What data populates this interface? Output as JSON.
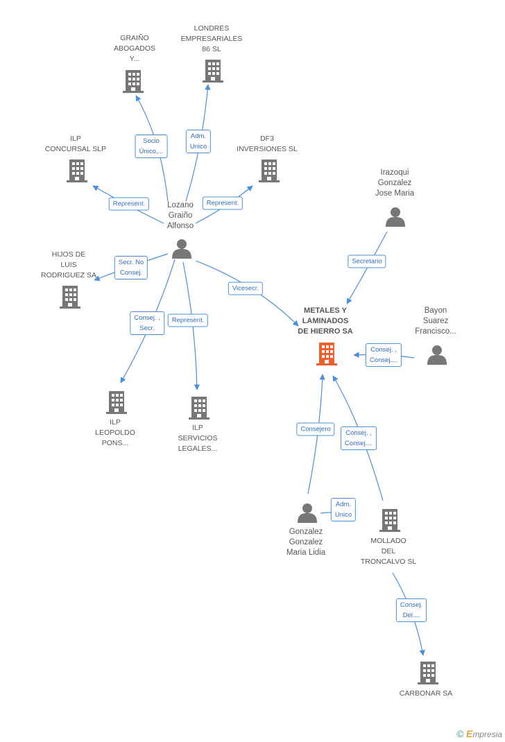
{
  "nodes": {
    "metales": {
      "lines": [
        "METALES Y",
        "LAMINADOS",
        "DE HIERRO SA"
      ],
      "color": "#f0602c",
      "kind": "company"
    },
    "lozano": {
      "lines": [
        "Lozano",
        "Graiño",
        "Alfonso"
      ],
      "color": "#777777",
      "kind": "person"
    },
    "graino": {
      "lines": [
        "GRAIÑO",
        "ABOGADOS",
        "Y..."
      ],
      "color": "#777777",
      "kind": "company"
    },
    "londres": {
      "lines": [
        "LONDRES",
        "EMPRESARIALES",
        "86 SL"
      ],
      "color": "#777777",
      "kind": "company"
    },
    "ilp_concursal": {
      "lines": [
        "ILP",
        "CONCURSAL SLP"
      ],
      "color": "#777777",
      "kind": "company"
    },
    "df3": {
      "lines": [
        "DF3",
        "INVERSIONES SL"
      ],
      "color": "#777777",
      "kind": "company"
    },
    "hijos": {
      "lines": [
        "HIJOS DE",
        "LUIS",
        "RODRIGUEZ SA"
      ],
      "color": "#777777",
      "kind": "company"
    },
    "ilp_leopoldo": {
      "lines": [
        "ILP",
        "LEOPOLDO",
        "PONS..."
      ],
      "color": "#777777",
      "kind": "company"
    },
    "ilp_servicios": {
      "lines": [
        "ILP",
        "SERVICIOS",
        "LEGALES..."
      ],
      "color": "#777777",
      "kind": "company"
    },
    "irazoqui": {
      "lines": [
        "Irazoqui",
        "Gonzalez",
        "Jose Maria"
      ],
      "color": "#777777",
      "kind": "person"
    },
    "bayon": {
      "lines": [
        "Bayon",
        "Suarez",
        "Francisco..."
      ],
      "color": "#777777",
      "kind": "person"
    },
    "gonzalez": {
      "lines": [
        "Gonzalez",
        "Gonzalez",
        "Maria Lidia"
      ],
      "color": "#777777",
      "kind": "person"
    },
    "mollado": {
      "lines": [
        "MOLLADO",
        "DEL",
        "TRONCALVO SL"
      ],
      "color": "#777777",
      "kind": "company"
    },
    "carbonar": {
      "lines": [
        "CARBONAR SA"
      ],
      "color": "#777777",
      "kind": "company"
    }
  },
  "edges": [
    {
      "id": "e1",
      "lines": [
        "Socio",
        "Único,..."
      ]
    },
    {
      "id": "e2",
      "lines": [
        "Adm.",
        "Unico"
      ]
    },
    {
      "id": "e3",
      "lines": [
        "Represent."
      ]
    },
    {
      "id": "e4",
      "lines": [
        "Represent."
      ]
    },
    {
      "id": "e5",
      "lines": [
        "Secr.  No",
        "Consej."
      ]
    },
    {
      "id": "e6",
      "lines": [
        "Consej. ,",
        "Secr."
      ]
    },
    {
      "id": "e7",
      "lines": [
        "Represent."
      ]
    },
    {
      "id": "e8",
      "lines": [
        "Vicesecr."
      ]
    },
    {
      "id": "e9",
      "lines": [
        "Secretario"
      ]
    },
    {
      "id": "e10",
      "lines": [
        "Consej. ,",
        "Consej...."
      ]
    },
    {
      "id": "e11",
      "lines": [
        "Consejero"
      ]
    },
    {
      "id": "e12",
      "lines": [
        "Consej. ,",
        "Consej...."
      ]
    },
    {
      "id": "e13",
      "lines": [
        "Adm.",
        "Unico"
      ]
    },
    {
      "id": "e14",
      "lines": [
        "Consej.",
        "Del...."
      ]
    }
  ],
  "colors": {
    "edge": "#4a8fd9",
    "edge_text": "#2f6db5",
    "icon": "#777777",
    "main_icon": "#f0602c"
  },
  "brand": {
    "copyright": "©",
    "initial": "E",
    "rest": "mpresia"
  }
}
